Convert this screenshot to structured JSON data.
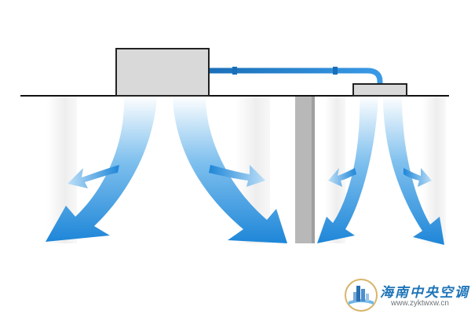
{
  "watermark": {
    "brand_name": "海南中央空调",
    "url": "www.zyktwxw.cn",
    "icon": "building-logo-icon"
  },
  "colors": {
    "arrow_blue": "#1e86d8",
    "arrow_light": "#ffffff",
    "unit_fill": "#d9d9d9",
    "unit_stroke": "#222222",
    "pipe_blue": "#1e86d8",
    "column_gray": "#b8b8b8",
    "wall_shade": "#e8e8e8",
    "ceiling_line": "#111111",
    "brand_blue": "#1d74b8"
  },
  "diagram": {
    "elements": [
      "ceiling-line",
      "indoor-unit-large",
      "indoor-unit-small",
      "refrigerant-pipe",
      "support-column",
      "airflow-arrows"
    ]
  }
}
